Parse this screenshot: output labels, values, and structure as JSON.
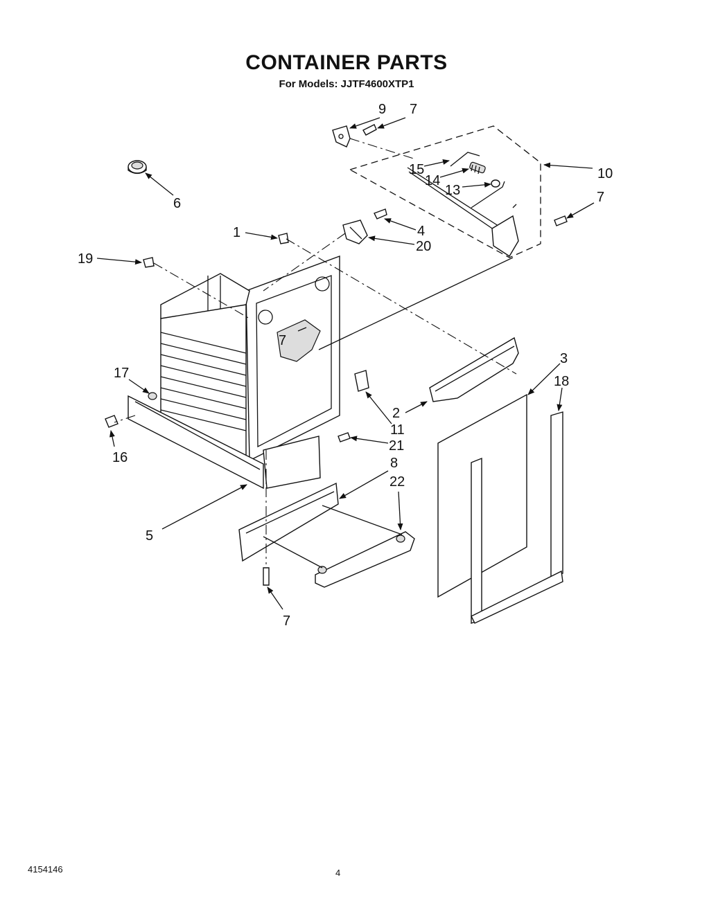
{
  "header": {
    "title": "CONTAINER PARTS",
    "subtitle": "For Models: JJTF4600XTP1"
  },
  "footer": {
    "doc_number": "4154146",
    "page_number": "4"
  },
  "callouts": {
    "c1": "1",
    "c2": "2",
    "c3": "3",
    "c4": "4",
    "c5": "5",
    "c6": "6",
    "c7a": "7",
    "c7b": "7",
    "c7c": "7",
    "c7d": "7",
    "c8": "8",
    "c9": "9",
    "c10": "10",
    "c11": "11",
    "c13": "13",
    "c14": "14",
    "c15": "15",
    "c16": "16",
    "c17": "17",
    "c18": "18",
    "c19": "19",
    "c20": "20",
    "c21": "21",
    "c22": "22"
  }
}
